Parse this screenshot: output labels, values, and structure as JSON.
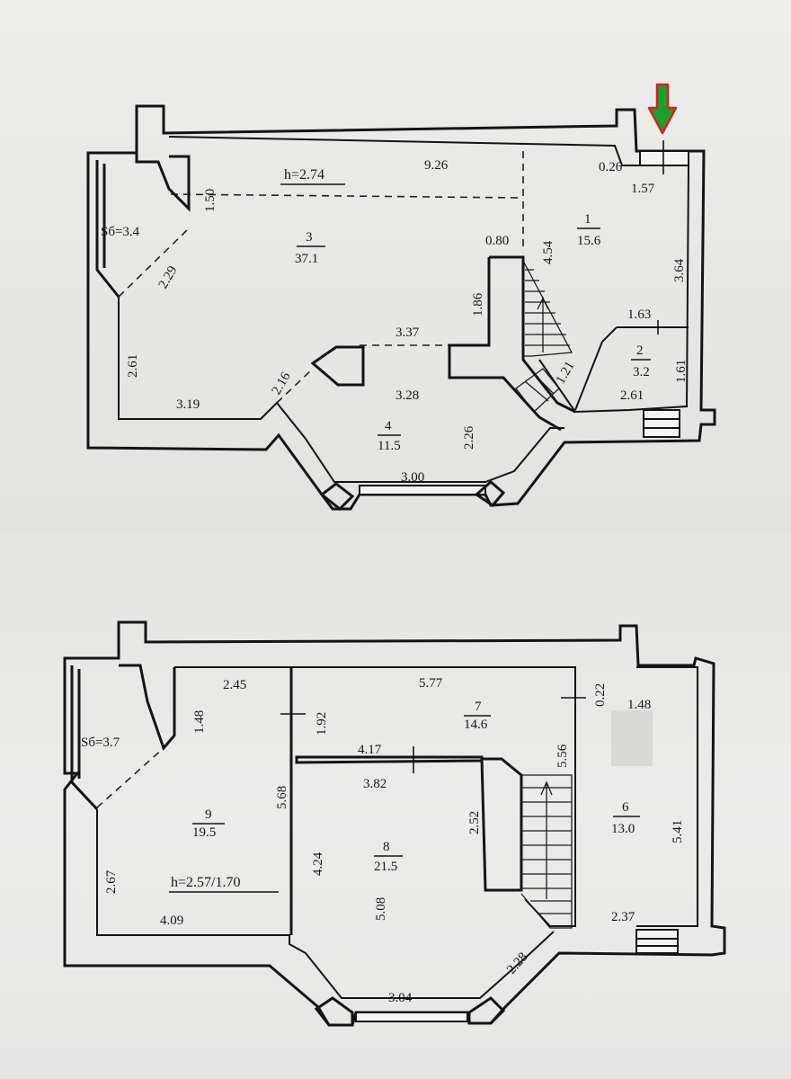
{
  "floor_1": {
    "ceiling_height": "h=2.74",
    "balcony_area": "Sб=3.4",
    "rooms": [
      {
        "number": "1",
        "area": "15.6"
      },
      {
        "number": "2",
        "area": "3.2"
      },
      {
        "number": "3",
        "area": "37.1"
      },
      {
        "number": "4",
        "area": "11.5"
      }
    ],
    "dimensions": {
      "top_wall": "9.26",
      "corner_gap": "0.26",
      "corner_width": "1.57",
      "left_wall_top": "1.50",
      "opening_small": "0.80",
      "stair_side": "4.54",
      "right_wall": "3.64",
      "balcony_diag": "2.29",
      "partition": "1.86",
      "bath_top": "1.63",
      "bath_right": "1.61",
      "hall_top": "3.37",
      "left_wall_low": "2.61",
      "diag_left": "2.16",
      "hall_mid": "3.28",
      "stair_diag": "1.21",
      "bath_bottom": "2.61",
      "bottom_left": "3.19",
      "bay_depth": "2.26",
      "bay_width": "3.00"
    }
  },
  "floor_2": {
    "ceiling_height": "h=2.57/1.70",
    "balcony_area": "Sб=3.7",
    "rooms": [
      {
        "number": "6",
        "area": "13.0"
      },
      {
        "number": "7",
        "area": "14.6"
      },
      {
        "number": "8",
        "area": "21.5"
      },
      {
        "number": "9",
        "area": "19.5"
      }
    ],
    "dimensions": {
      "room9_top": "2.45",
      "room9_left_top": "1.48",
      "room7_partition": "1.92",
      "room7_top": "5.77",
      "corner_gap": "0.22",
      "room6_top": "1.48",
      "room7_bottom": "4.17",
      "room7_right": "5.56",
      "room8_top": "3.82",
      "room9_height": "5.68",
      "stair_side": "2.52",
      "room6_right": "5.41",
      "room8_left": "4.24",
      "room9_left": "2.67",
      "room8_height": "5.08",
      "room9_bottom": "4.09",
      "room6_bottom": "2.37",
      "bay_diag": "2.28",
      "bay_width": "3.04"
    }
  },
  "marker": {
    "color": "#1e9e2e",
    "outline": "#d42020",
    "icon": "down-arrow-icon"
  }
}
